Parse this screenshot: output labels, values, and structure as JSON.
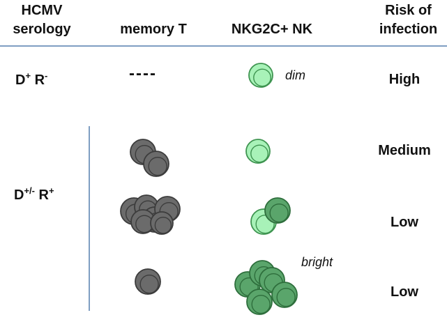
{
  "headers": {
    "serology": "HCMV\nserology",
    "memory_t": "memory T",
    "nk": "NKG2C+  NK",
    "risk": "Risk of\ninfection"
  },
  "groups": [
    {
      "d": "D",
      "d_sup": "+",
      "r": " R",
      "r_sup": "-"
    },
    {
      "d": "D",
      "d_sup": "+/-",
      "r": " R",
      "r_sup": "+"
    }
  ],
  "absent_marker": "----",
  "nk_labels": {
    "dim": "dim",
    "bright": "bright"
  },
  "risk_levels": [
    "High",
    "Medium",
    "Low",
    "Low"
  ],
  "colors": {
    "memory_t_fill": "#6b6b6b",
    "memory_t_stroke": "#3c3c3c",
    "nk_dim_fill": "#a8f2b8",
    "nk_dim_stroke": "#3e9450",
    "nk_bright_fill": "#5aa56b",
    "nk_bright_stroke": "#2e6e3c",
    "divider": "#7f9ec2"
  }
}
